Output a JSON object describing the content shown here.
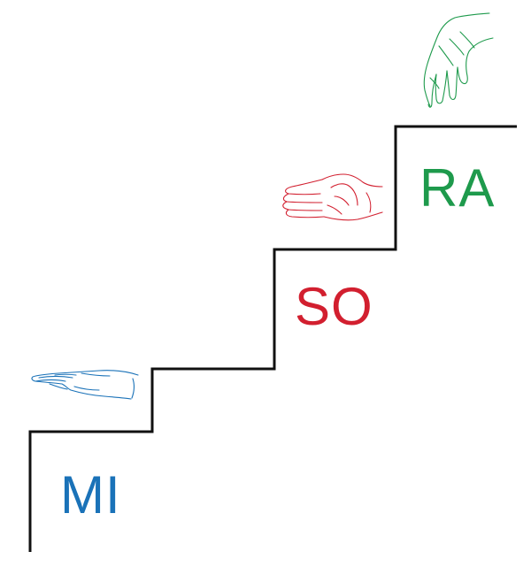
{
  "staircase": {
    "line_color": "#111111"
  },
  "steps": [
    {
      "syllable": "MI",
      "color": "#1a72b8",
      "hand_sign": "flat-hand-palm-down-icon"
    },
    {
      "syllable": "SO",
      "color": "#d21f2f",
      "hand_sign": "vertical-hand-palm-in-icon"
    },
    {
      "syllable": "RA",
      "color": "#1e9a4c",
      "hand_sign": "hanging-hand-palm-down-icon"
    }
  ]
}
